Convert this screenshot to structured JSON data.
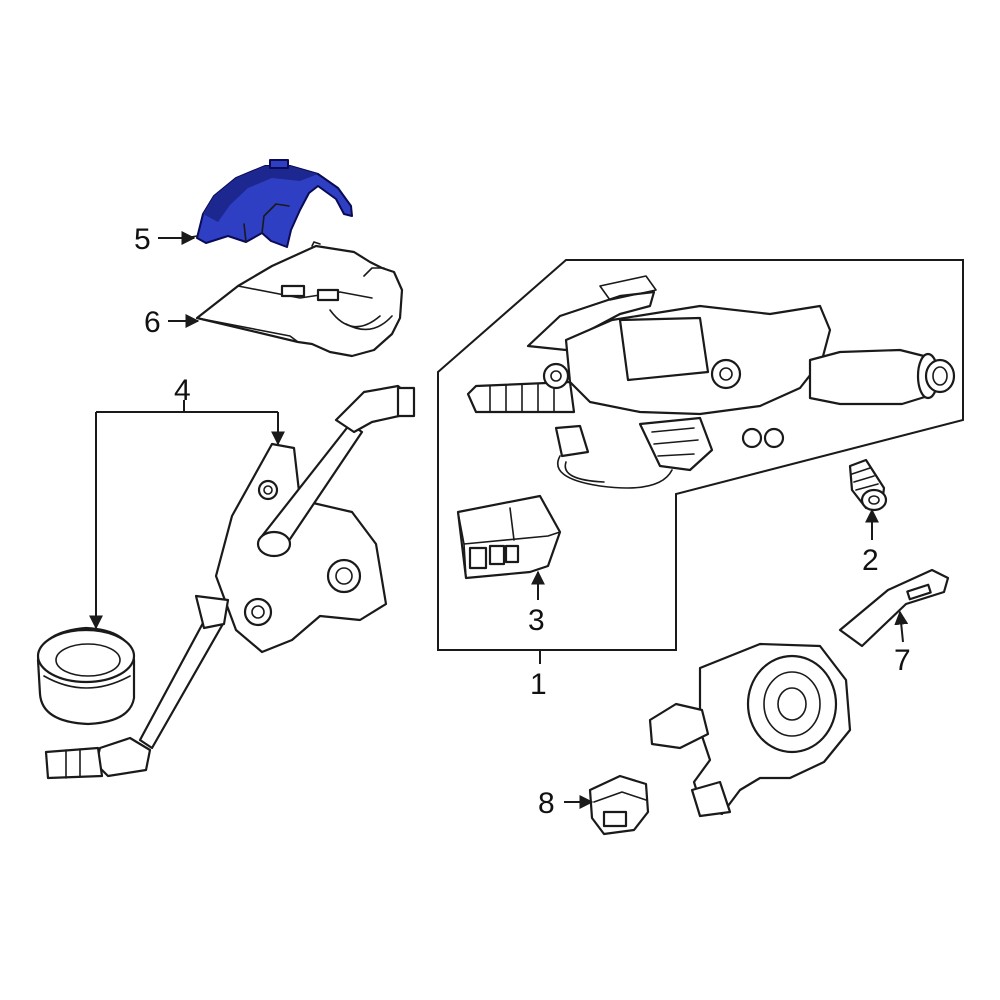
{
  "colors": {
    "highlight": "#2f3fc4",
    "highlight_dark": "#1c2790",
    "line": "#1a1a1a",
    "background": "#ffffff"
  },
  "callouts": {
    "c1": "1",
    "c2": "2",
    "c3": "3",
    "c4": "4",
    "c5": "5",
    "c6": "6",
    "c7": "7",
    "c8": "8"
  }
}
